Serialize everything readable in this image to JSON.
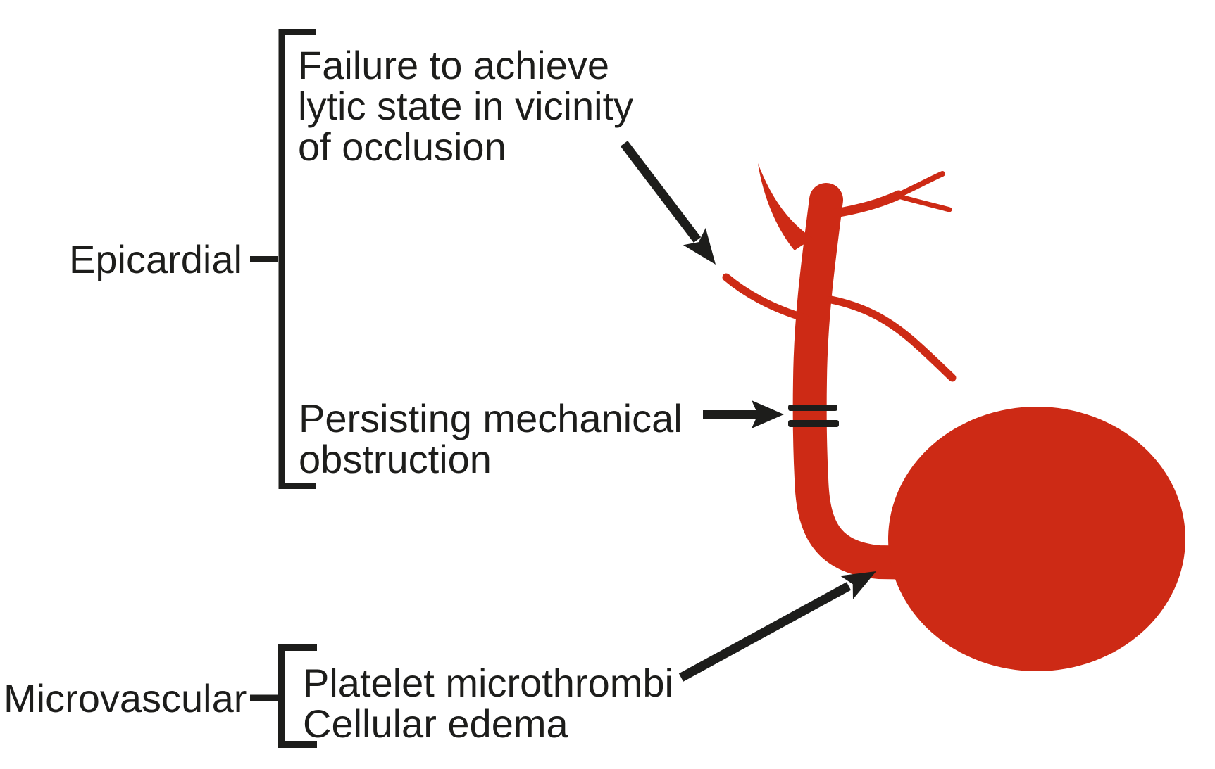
{
  "diagram": {
    "colors": {
      "ink": "#1d1d1b",
      "artery_red": "#cd2a15",
      "background": "#ffffff"
    },
    "categories": {
      "epicardial": {
        "label": "Epicardial"
      },
      "microvascular": {
        "label": "Microvascular"
      }
    },
    "annotations": {
      "lytic_failure": {
        "line1": "Failure to achieve",
        "line2": "lytic state in vicinity",
        "line3": "of occlusion"
      },
      "mechanical_obstruction": {
        "line1": "Persisting mechanical",
        "line2": "obstruction"
      },
      "microvascular_causes": {
        "line1": "Platelet microthrombi",
        "line2": "Cellular edema"
      }
    },
    "graphics": {
      "artery": "occluded-coronary-artery",
      "occlusion_marks": "double-bar-occlusion-site",
      "microvascular_bed": "red-circle-microvascular-bed",
      "arrows": "black-annotation-arrows"
    }
  }
}
